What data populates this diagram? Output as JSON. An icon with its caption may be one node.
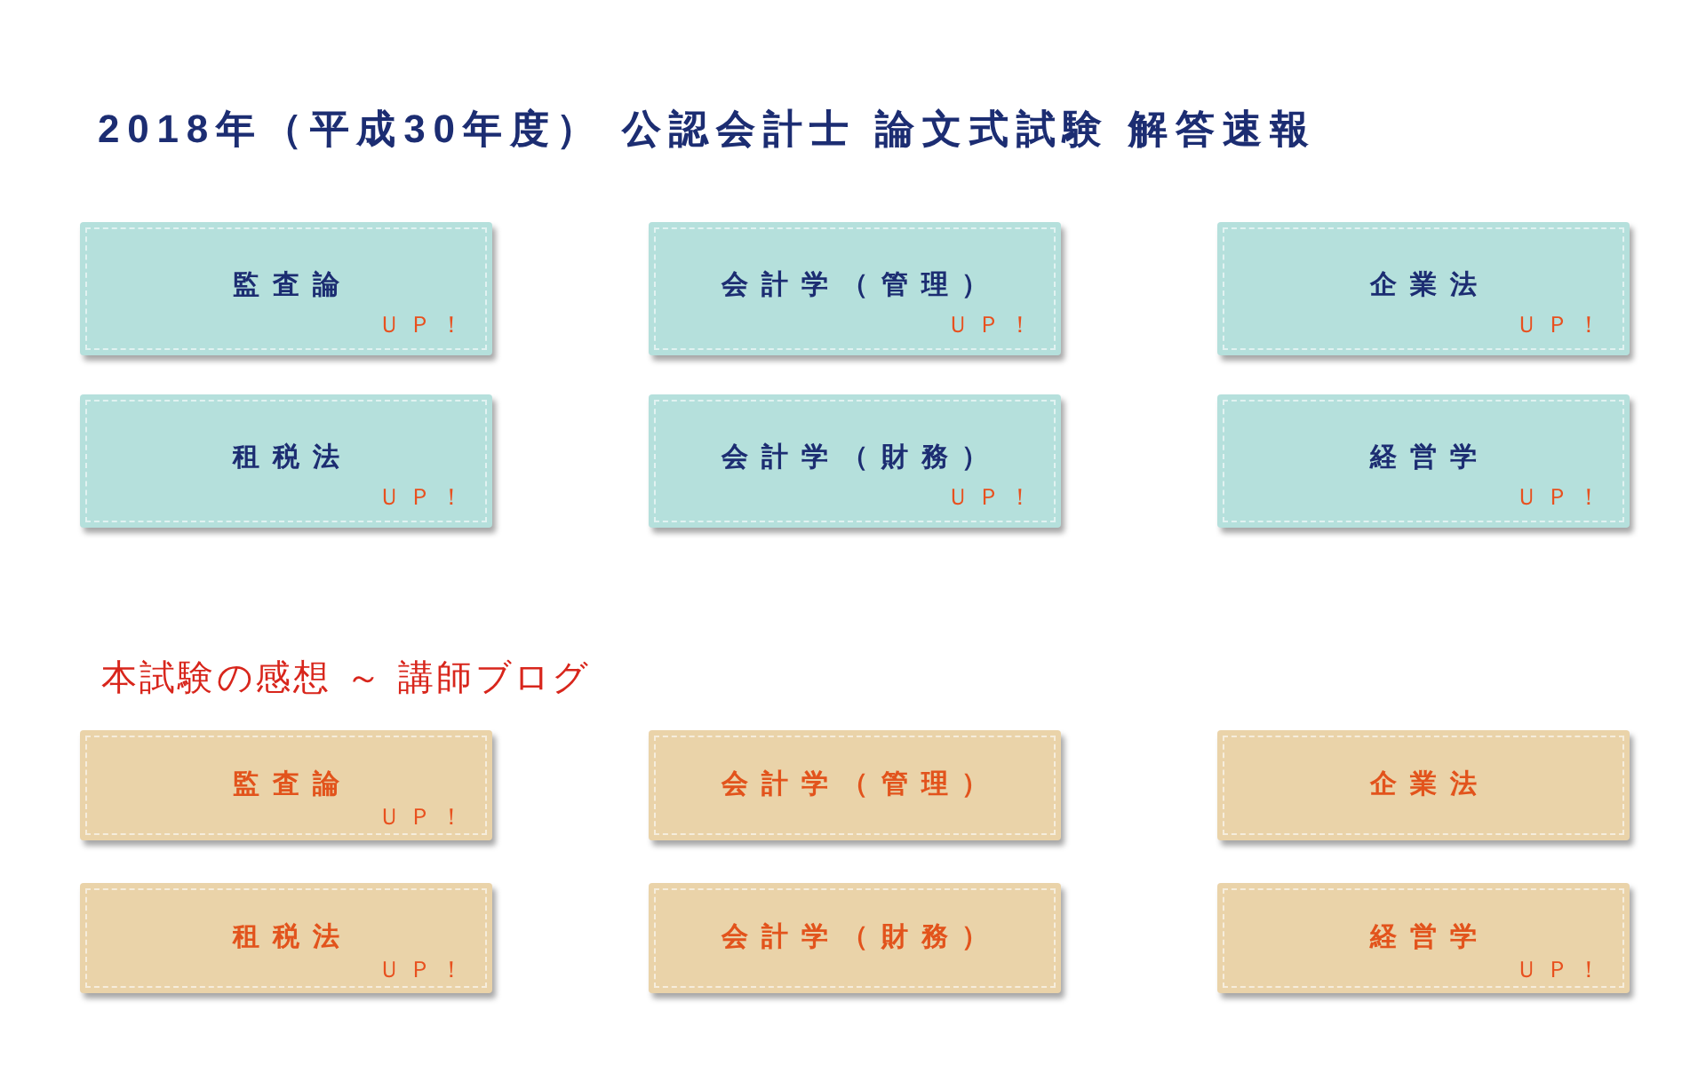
{
  "diagram": {
    "title": "2018年（平成30年度） 公認会計士 論文式試験 解答速報",
    "nodes": [
      {
        "text": [
          "監査論",
          "ＵＰ！"
        ]
      },
      {
        "text": [
          "会計学（管理）",
          "ＵＰ！"
        ]
      },
      {
        "text": [
          "企業法",
          "ＵＰ！"
        ]
      },
      {
        "text": [
          "租税法",
          "ＵＰ！"
        ]
      },
      {
        "text": [
          "会計学（財務）",
          "ＵＰ！"
        ]
      },
      {
        "text": [
          "経営学",
          "ＵＰ！"
        ]
      },
      {
        "text": [
          "監査論",
          "ＵＰ！"
        ]
      },
      {
        "text": [
          "会計学（管理）"
        ]
      },
      {
        "text": [
          "企業法"
        ]
      },
      {
        "text": [
          "租税法",
          "ＵＰ！"
        ]
      },
      {
        "text": [
          "会計学（財務）"
        ]
      },
      {
        "text": [
          "経営学",
          "ＵＰ！"
        ]
      }
    ],
    "labels": [
      "本試験の感想 ～ 講師ブログ"
    ]
  }
}
